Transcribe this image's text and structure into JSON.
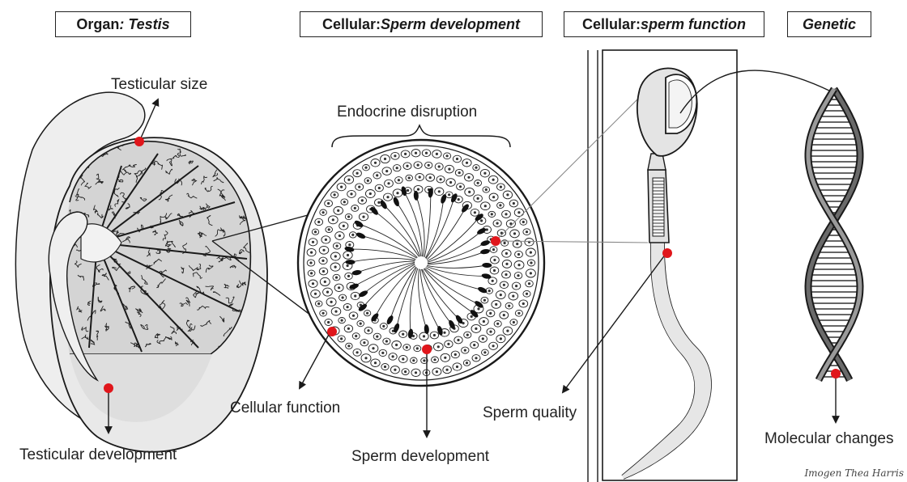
{
  "headers": {
    "organ": {
      "prefix": "Organ",
      "italic": ": Testis"
    },
    "cell_dev": {
      "prefix": "Cellular: ",
      "italic": "Sperm development"
    },
    "cell_func": {
      "prefix": "Cellular: ",
      "italic": "sperm function"
    },
    "genetic": {
      "prefix": "",
      "italic": "Genetic"
    }
  },
  "labels": {
    "testicular_size": "Testicular size",
    "testicular_development": "Testicular development",
    "endocrine_disruption": "Endocrine disruption",
    "cellular_function": "Cellular function",
    "sperm_development": "Sperm development",
    "sperm_quality": "Sperm quality",
    "molecular_changes": "Molecular changes"
  },
  "signature": "Imogen Thea Harris",
  "colors": {
    "marker": "#e0161b",
    "line": "#1a1a1a",
    "tissue": "#e6e6e6",
    "lobule": "#d2d2d2"
  }
}
